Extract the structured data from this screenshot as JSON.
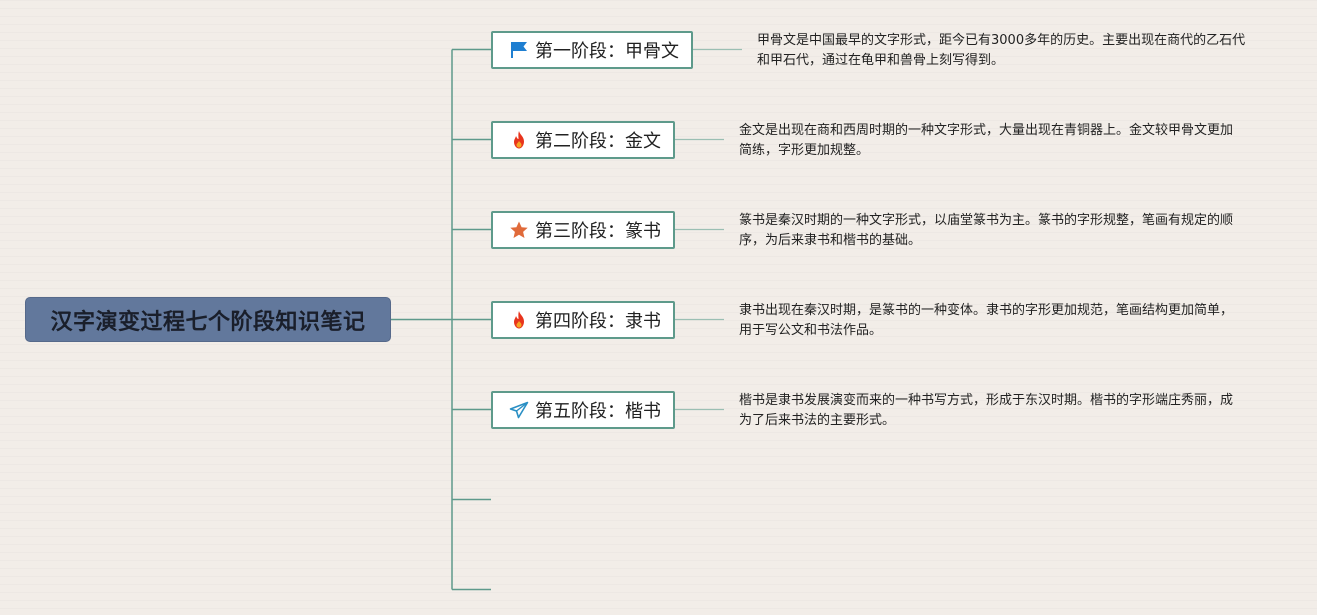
{
  "root": {
    "title": "汉字演变过程七个阶段知识笔记"
  },
  "stages": [
    {
      "label": "第一阶段：甲骨文",
      "icon": "flag-icon",
      "icon_color": "#1f7fd1",
      "description": "甲骨文是中国最早的文字形式，距今已有3000多年的历史。主要出现在商代的乙石代和甲石代，通过在龟甲和兽骨上刻写得到。"
    },
    {
      "label": "第二阶段：金文",
      "icon": "fire-icon",
      "icon_color": "#e8341c",
      "description": "金文是出现在商和西周时期的一种文字形式，大量出现在青铜器上。金文较甲骨文更加简练，字形更加规整。"
    },
    {
      "label": "第三阶段：篆书",
      "icon": "star-icon",
      "icon_color": "#e06a3a",
      "description": "篆书是秦汉时期的一种文字形式，以庙堂篆书为主。篆书的字形规整，笔画有规定的顺序，为后来隶书和楷书的基础。"
    },
    {
      "label": "第四阶段：隶书",
      "icon": "fire-icon",
      "icon_color": "#e8341c",
      "description": "隶书出现在秦汉时期，是篆书的一种变体。隶书的字形更加规范，笔画结构更加简单，用于写公文和书法作品。"
    },
    {
      "label": "第五阶段：楷书",
      "icon": "paper-plane-icon",
      "icon_color": "#2a8fc4",
      "description": "楷书是隶书发展演变而来的一种书写方式，形成于东汉时期。楷书的字形端庄秀丽，成为了后来书法的主要形式。"
    }
  ],
  "colors": {
    "connector": "#5e9a8b",
    "root_fill": "#62789c",
    "stage_border": "#5e9a8b"
  }
}
